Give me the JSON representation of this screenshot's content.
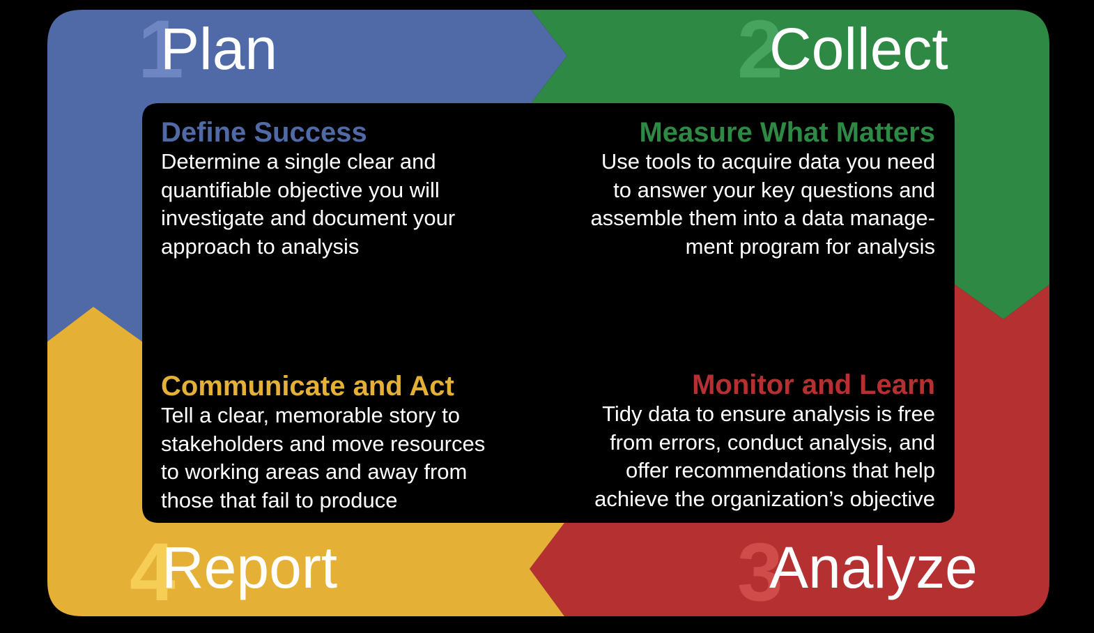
{
  "colors": {
    "background": "#000000",
    "plan": "#4F6AA7",
    "collect": "#2E8944",
    "analyze": "#B53031",
    "report": "#E4B136",
    "panel": "#000000",
    "text": "#FFFFFF"
  },
  "stages": {
    "plan": {
      "number": "1",
      "label": "Plan",
      "number_color": "#6E86C2"
    },
    "collect": {
      "number": "2",
      "label": "Collect",
      "number_color": "#46A45E"
    },
    "analyze": {
      "number": "3",
      "label": "Analyze",
      "number_color": "#CF4C4B"
    },
    "report": {
      "number": "4",
      "label": "Report",
      "number_color": "#F6CE56"
    }
  },
  "cards": {
    "define": {
      "heading": "Define Success",
      "color": "#4F6AA7",
      "lines": [
        "Determine a single clear and",
        "quantifiable objective you will",
        "investigate and document your",
        "approach to analysis"
      ]
    },
    "measure": {
      "heading": "Measure What Matters",
      "color": "#2E8944",
      "lines": [
        "Use tools to acquire data you need",
        "to answer your key questions and",
        "assemble them into a data manage-",
        "ment program for analysis"
      ]
    },
    "communicate": {
      "heading": "Communicate and Act",
      "color": "#E4B136",
      "lines": [
        "Tell a clear, memorable story to",
        "stakeholders and move resources",
        "to working areas and away from",
        "those that fail to produce"
      ]
    },
    "monitor": {
      "heading": "Monitor and Learn",
      "color": "#B53031",
      "lines": [
        "Tidy data to ensure analysis is free",
        "from errors, conduct analysis, and",
        "offer recommendations that help",
        "achieve the organization’s objective"
      ]
    }
  }
}
